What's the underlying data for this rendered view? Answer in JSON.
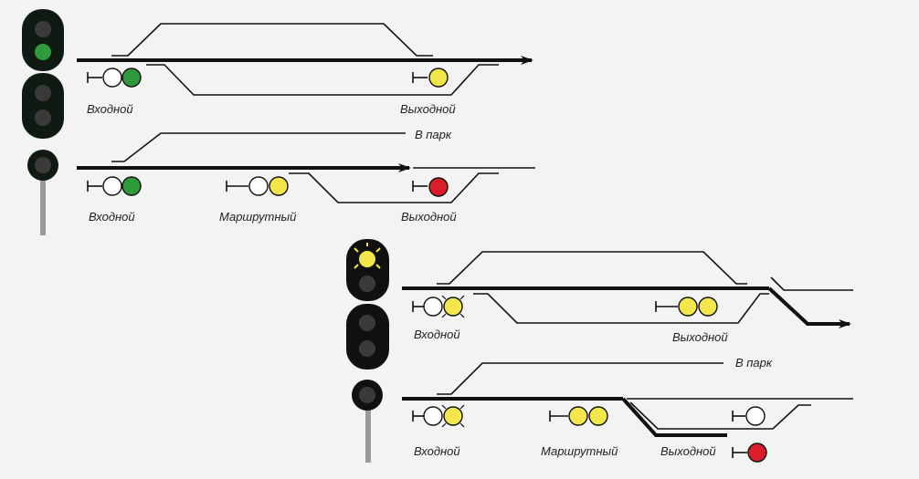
{
  "colors": {
    "background": "#f3f3f3",
    "track": "#111111",
    "mast_head": "#0f1a12",
    "lamp_off": "#3a3a3a",
    "green": "#2e9a3c",
    "yellow": "#f4e64a",
    "red": "#d81e2a",
    "lamp_white": "#ffffff"
  },
  "scheme_1": {
    "mast_signal": {
      "lamps_top_head": [
        "lamp_off",
        "green"
      ],
      "lamps_bottom_head": [
        "lamp_off",
        "lamp_off"
      ],
      "shunting_lamp": "lamp_off"
    },
    "labels": {
      "entry_main": "Входной",
      "exit_main": "Выходной",
      "to_park": "В парк",
      "entry_side": "Входной",
      "route": "Маршрутный",
      "exit_side": "Выходной"
    }
  },
  "scheme_2": {
    "mast_signal": {
      "lamps_top_head": [
        "yellow_flashing",
        "lamp_off"
      ],
      "lamps_bottom_head": [
        "lamp_off",
        "lamp_off"
      ],
      "shunting_lamp": "lamp_off"
    },
    "labels": {
      "entry_main": "Входной",
      "exit_main": "Выходной",
      "to_park": "В парк",
      "entry_side": "Входной",
      "route": "Маршрутный",
      "exit_side": "Выходной"
    }
  }
}
